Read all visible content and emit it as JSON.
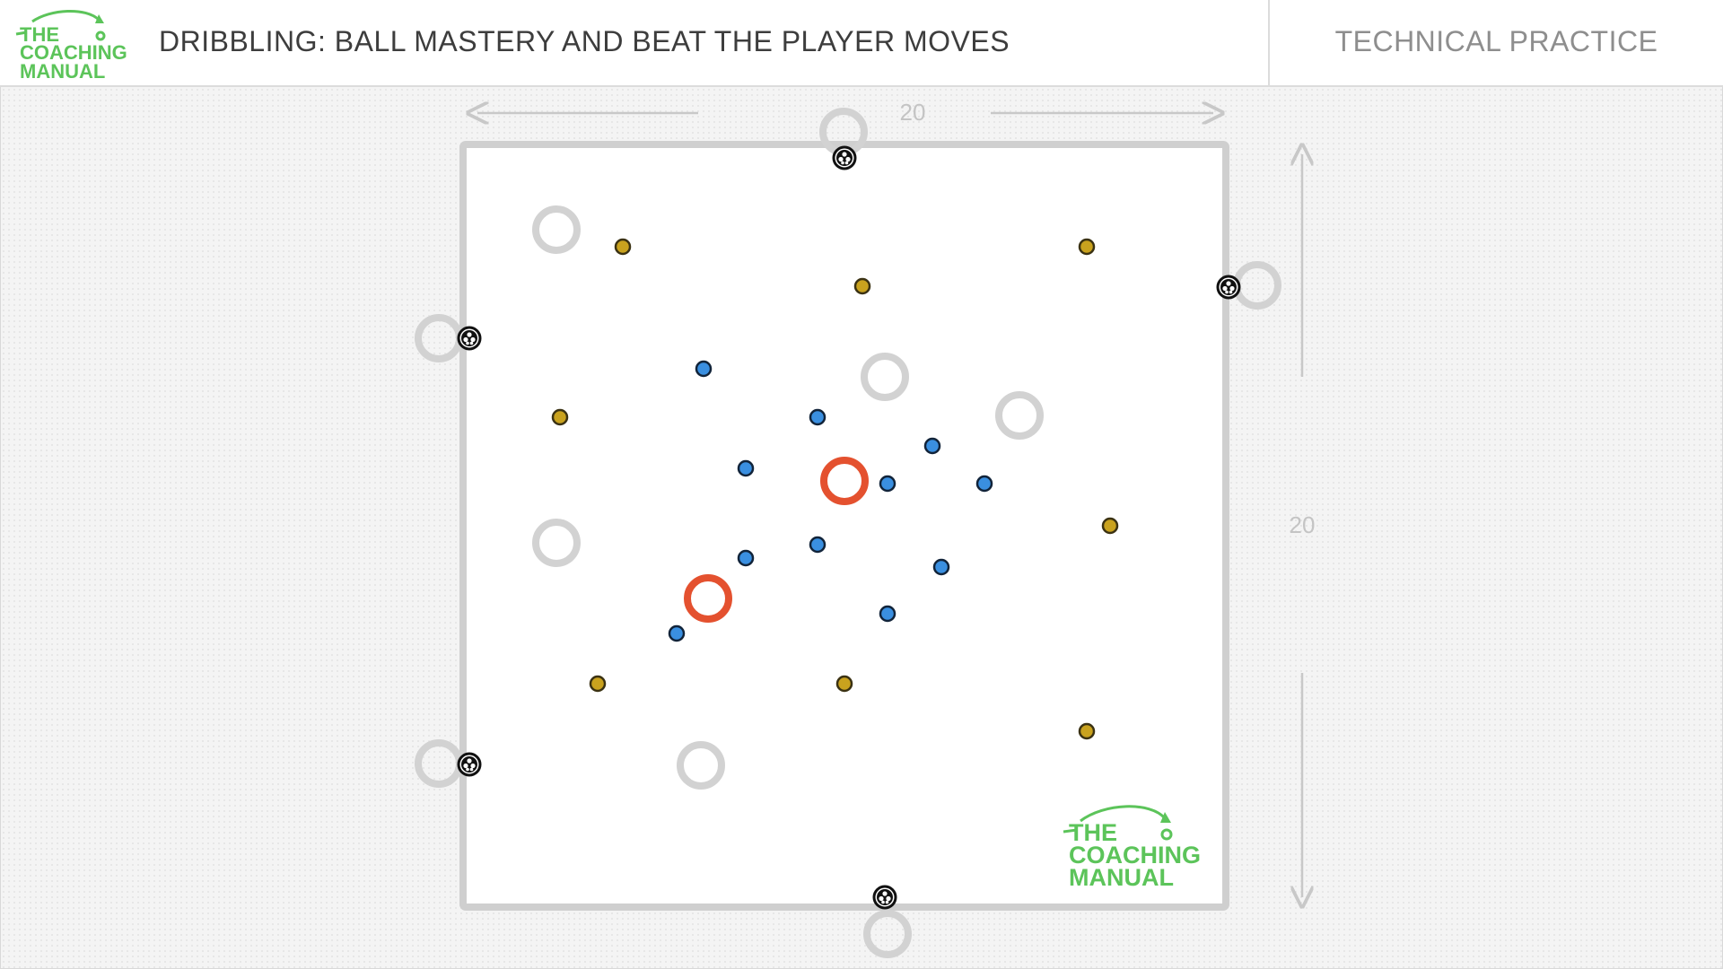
{
  "header": {
    "title": "DRIBBLING: BALL MASTERY AND BEAT THE PLAYER MOVES",
    "category": "TECHNICAL PRACTICE",
    "logo": {
      "line1": "THE",
      "line2": "COACHING",
      "line3": "MANUAL"
    }
  },
  "watermark": {
    "line1": "THE",
    "line2": "COACHING",
    "line3": "MANUAL"
  },
  "dimensions": {
    "width_label": "20",
    "height_label": "20"
  },
  "colors": {
    "brand_green": "#5cc45a",
    "cone_yellow": "#c9a21e",
    "cone_blue": "#3a8fe0",
    "ring_red": "#e4512f",
    "ring_grey": "#d2d2d2",
    "pitch_line": "#cfcfcf"
  },
  "legend_icons": [
    "football-icon",
    "hoop-ring-icon",
    "cone-marker-icon"
  ]
}
